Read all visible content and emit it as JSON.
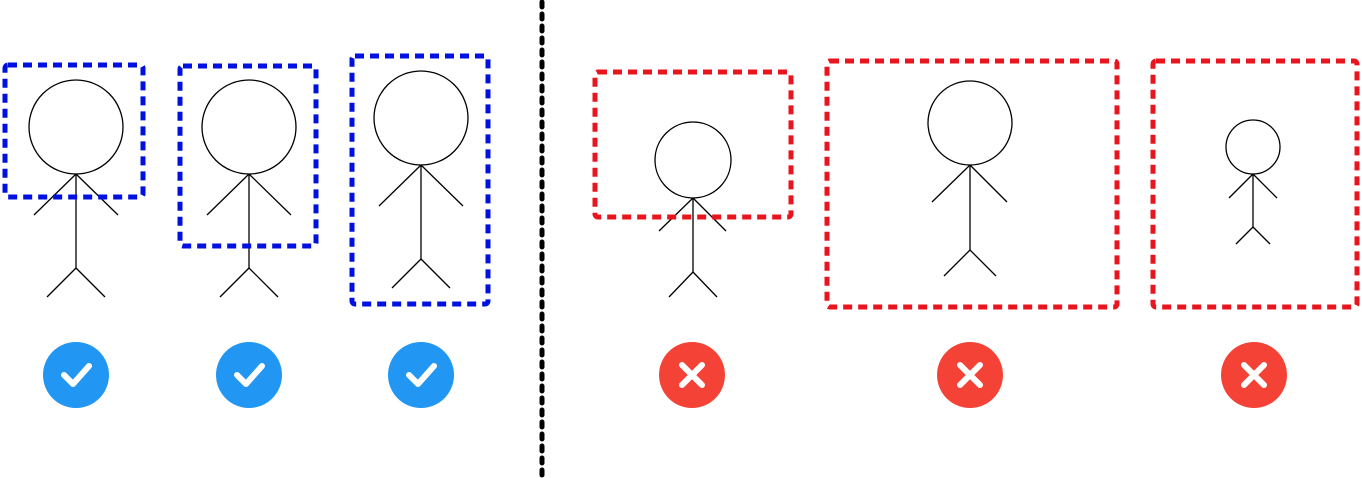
{
  "colors": {
    "good_box": "#0010e0",
    "bad_box": "#e8141e",
    "divider": "#000000",
    "figure_stroke": "#000000",
    "good_badge": "#2196f3",
    "bad_badge": "#f44336",
    "badge_glyph": "#ffffff"
  },
  "groups": {
    "good": {
      "items": [
        {
          "name": "good-example-1",
          "badge_icon": "check-icon"
        },
        {
          "name": "good-example-2",
          "badge_icon": "check-icon"
        },
        {
          "name": "good-example-3",
          "badge_icon": "check-icon"
        }
      ]
    },
    "bad": {
      "items": [
        {
          "name": "bad-example-1",
          "badge_icon": "cross-icon"
        },
        {
          "name": "bad-example-2",
          "badge_icon": "cross-icon"
        },
        {
          "name": "bad-example-3",
          "badge_icon": "cross-icon"
        }
      ]
    }
  }
}
